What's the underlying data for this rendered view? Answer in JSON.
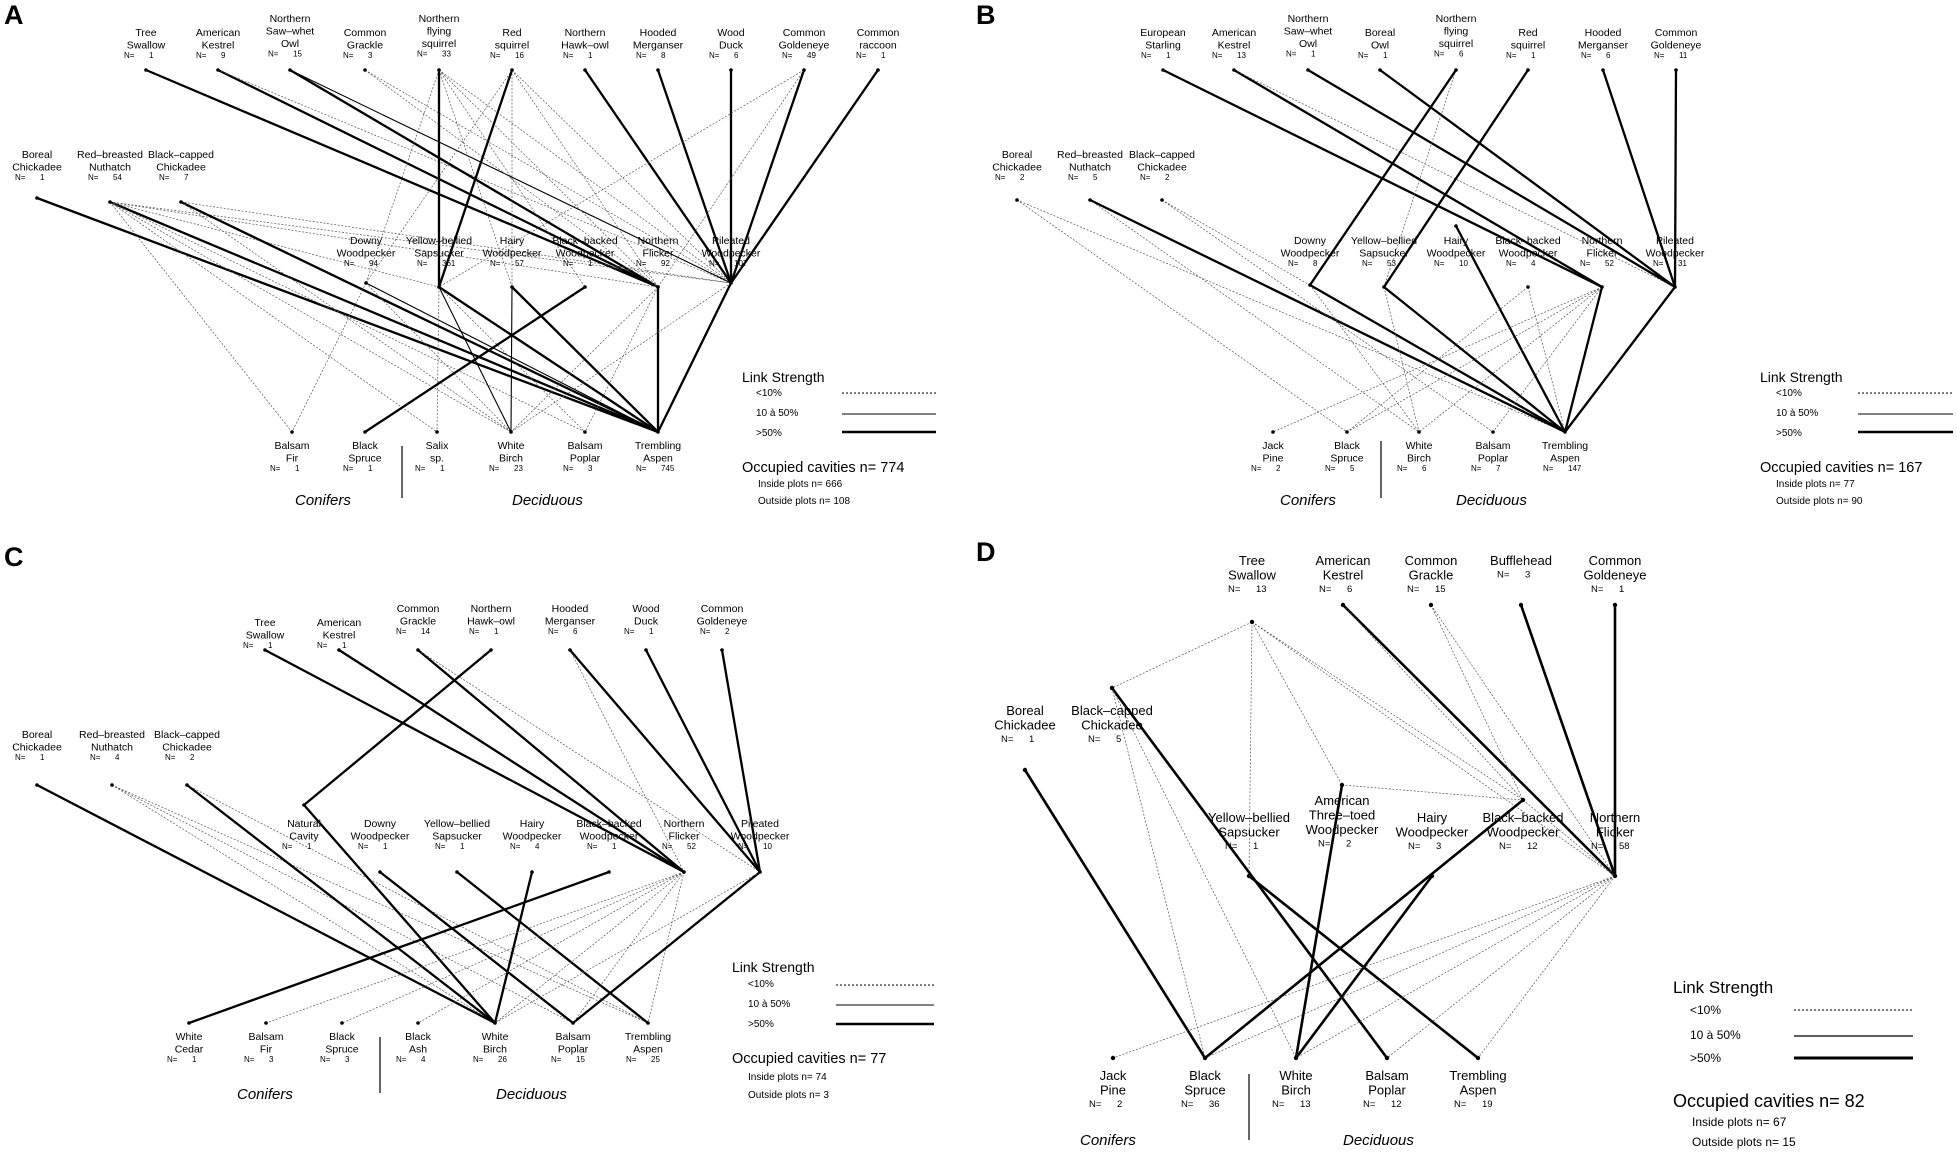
{
  "panels": [
    {
      "letter": "A",
      "nodes": {
        "a_ts": {
          "name": [
            "Tree",
            "Swallow"
          ],
          "n": "1"
        },
        "a_ak": {
          "name": [
            "American",
            "Kestrel"
          ],
          "n": "9"
        },
        "a_nsw": {
          "name": [
            "Northern",
            "Saw–whet",
            "Owl"
          ],
          "n": "15"
        },
        "a_cg": {
          "name": [
            "Common",
            "Grackle"
          ],
          "n": "3"
        },
        "a_nfs": {
          "name": [
            "Northern",
            "flying",
            "squirrel"
          ],
          "n": "33"
        },
        "a_rs": {
          "name": [
            "Red",
            "squirrel"
          ],
          "n": "16"
        },
        "a_nho": {
          "name": [
            "Northern",
            "Hawk–owl"
          ],
          "n": "1"
        },
        "a_hm": {
          "name": [
            "Hooded",
            "Merganser"
          ],
          "n": "8"
        },
        "a_wd": {
          "name": [
            "Wood",
            "Duck"
          ],
          "n": "6"
        },
        "a_cgo": {
          "name": [
            "Common",
            "Goldeneye"
          ],
          "n": "49"
        },
        "a_cr": {
          "name": [
            "Common",
            "raccoon"
          ],
          "n": "1"
        },
        "a_bc": {
          "name": [
            "Boreal",
            "Chickadee"
          ],
          "n": "1"
        },
        "a_rbn": {
          "name": [
            "Red–breasted",
            "Nuthatch"
          ],
          "n": "54"
        },
        "a_bcc": {
          "name": [
            "Black–capped",
            "Chickadee"
          ],
          "n": "7"
        },
        "a_dw": {
          "name": [
            "Downy",
            "Woodpecker"
          ],
          "n": "94"
        },
        "a_ybs": {
          "name": [
            "Yellow–bellied",
            "Sapsucker"
          ],
          "n": "361"
        },
        "a_hw": {
          "name": [
            "Hairy",
            "Woodpecker"
          ],
          "n": "57"
        },
        "a_bbw": {
          "name": [
            "Black–backed",
            "Woodpecker"
          ],
          "n": "1"
        },
        "a_nf": {
          "name": [
            "Northern",
            "Flicker"
          ],
          "n": "92"
        },
        "a_pw": {
          "name": [
            "Pileated",
            "Woodpecker"
          ],
          "n": "107"
        },
        "a_bf": {
          "name": [
            "Balsam",
            "Fir"
          ],
          "n": "1"
        },
        "a_bs": {
          "name": [
            "Black",
            "Spruce"
          ],
          "n": "1"
        },
        "a_sx": {
          "name": [
            "Salix",
            "sp."
          ],
          "n": "1"
        },
        "a_wb": {
          "name": [
            "White",
            "Birch"
          ],
          "n": "23"
        },
        "a_bp": {
          "name": [
            "Balsam",
            "Poplar"
          ],
          "n": "3"
        },
        "a_ta": {
          "name": [
            "Trembling",
            "Aspen"
          ],
          "n": "745"
        }
      },
      "conifers_label": "Conifers",
      "deciduous_label": "Deciduous",
      "occupied": "Occupied cavities n= 774",
      "inside": "Inside plots n= 666",
      "outside": "Outside plots n= 108"
    },
    {
      "letter": "B",
      "nodes": {
        "b_es": {
          "name": [
            "European",
            "Starling"
          ],
          "n": "1"
        },
        "b_ak": {
          "name": [
            "American",
            "Kestrel"
          ],
          "n": "13"
        },
        "b_nsw": {
          "name": [
            "Northern",
            "Saw–whet",
            "Owl"
          ],
          "n": "1"
        },
        "b_bo": {
          "name": [
            "Boreal",
            "Owl"
          ],
          "n": "1"
        },
        "b_nfs": {
          "name": [
            "Northern",
            "flying",
            "squirrel"
          ],
          "n": "6"
        },
        "b_rs": {
          "name": [
            "Red",
            "squirrel"
          ],
          "n": "1"
        },
        "b_hm": {
          "name": [
            "Hooded",
            "Merganser"
          ],
          "n": "6"
        },
        "b_cgo": {
          "name": [
            "Common",
            "Goldeneye"
          ],
          "n": "11"
        },
        "b_bc": {
          "name": [
            "Boreal",
            "Chickadee"
          ],
          "n": "2"
        },
        "b_rbn": {
          "name": [
            "Red–breasted",
            "Nuthatch"
          ],
          "n": "5"
        },
        "b_bcc": {
          "name": [
            "Black–capped",
            "Chickadee"
          ],
          "n": "2"
        },
        "b_dw": {
          "name": [
            "Downy",
            "Woodpecker"
          ],
          "n": "8"
        },
        "b_ybs": {
          "name": [
            "Yellow–bellied",
            "Sapsucker"
          ],
          "n": "53"
        },
        "b_hw": {
          "name": [
            "Hairy",
            "Woodpecker"
          ],
          "n": "10"
        },
        "b_bbw": {
          "name": [
            "Black–backed",
            "Woodpecker"
          ],
          "n": "4"
        },
        "b_nf": {
          "name": [
            "Northern",
            "Flicker"
          ],
          "n": "52"
        },
        "b_pw": {
          "name": [
            "Pileated",
            "Woodpecker"
          ],
          "n": "31"
        },
        "b_jp": {
          "name": [
            "Jack",
            "Pine"
          ],
          "n": "2"
        },
        "b_bs": {
          "name": [
            "Black",
            "Spruce"
          ],
          "n": "5"
        },
        "b_wb": {
          "name": [
            "White",
            "Birch"
          ],
          "n": "6"
        },
        "b_bp": {
          "name": [
            "Balsam",
            "Poplar"
          ],
          "n": "7"
        },
        "b_ta": {
          "name": [
            "Trembling",
            "Aspen"
          ],
          "n": "147"
        }
      },
      "conifers_label": "Conifers",
      "deciduous_label": "Deciduous",
      "occupied": "Occupied cavities n= 167",
      "inside": "Inside plots n= 77",
      "outside": "Outside plots n= 90"
    },
    {
      "letter": "C",
      "nodes": {
        "c_ts": {
          "name": [
            "Tree",
            "Swallow"
          ],
          "n": "1"
        },
        "c_ak": {
          "name": [
            "American",
            "Kestrel"
          ],
          "n": "1"
        },
        "c_cg": {
          "name": [
            "Common",
            "Grackle"
          ],
          "n": "14"
        },
        "c_nho": {
          "name": [
            "Northern",
            "Hawk–owl"
          ],
          "n": "1"
        },
        "c_hm": {
          "name": [
            "Hooded",
            "Merganser"
          ],
          "n": "6"
        },
        "c_wd": {
          "name": [
            "Wood",
            "Duck"
          ],
          "n": "1"
        },
        "c_cgo": {
          "name": [
            "Common",
            "Goldeneye"
          ],
          "n": "2"
        },
        "c_bc": {
          "name": [
            "Boreal",
            "Chickadee"
          ],
          "n": "1"
        },
        "c_rbn": {
          "name": [
            "Red–breasted",
            "Nuthatch"
          ],
          "n": "4"
        },
        "c_bcc": {
          "name": [
            "Black–capped",
            "Chickadee"
          ],
          "n": "2"
        },
        "c_nc": {
          "name": [
            "Natural",
            "Cavity"
          ],
          "n": "1"
        },
        "c_dw": {
          "name": [
            "Downy",
            "Woodpecker"
          ],
          "n": "1"
        },
        "c_ybs": {
          "name": [
            "Yellow–bellied",
            "Sapsucker"
          ],
          "n": "1"
        },
        "c_hw": {
          "name": [
            "Hairy",
            "Woodpecker"
          ],
          "n": "4"
        },
        "c_bbw": {
          "name": [
            "Black–backed",
            "Woodpecker"
          ],
          "n": "1"
        },
        "c_nf": {
          "name": [
            "Northern",
            "Flicker"
          ],
          "n": "52"
        },
        "c_pw": {
          "name": [
            "Pileated",
            "Woodpecker"
          ],
          "n": "10"
        },
        "c_wc": {
          "name": [
            "White",
            "Cedar"
          ],
          "n": "1"
        },
        "c_bf": {
          "name": [
            "Balsam",
            "Fir"
          ],
          "n": "3"
        },
        "c_bs": {
          "name": [
            "Black",
            "Spruce"
          ],
          "n": "3"
        },
        "c_ba": {
          "name": [
            "Black",
            "Ash"
          ],
          "n": "4"
        },
        "c_wb": {
          "name": [
            "White",
            "Birch"
          ],
          "n": "26"
        },
        "c_bp": {
          "name": [
            "Balsam",
            "Poplar"
          ],
          "n": "15"
        },
        "c_ta": {
          "name": [
            "Trembling",
            "Aspen"
          ],
          "n": "25"
        }
      },
      "conifers_label": "Conifers",
      "deciduous_label": "Deciduous",
      "occupied": "Occupied cavities n= 77",
      "inside": "Inside plots n= 74",
      "outside": "Outside plots n= 3"
    },
    {
      "letter": "D",
      "nodes": {
        "d_ts": {
          "name": [
            "Tree",
            "Swallow"
          ],
          "n": "13"
        },
        "d_ak": {
          "name": [
            "American",
            "Kestrel"
          ],
          "n": "6"
        },
        "d_cg": {
          "name": [
            "Common",
            "Grackle"
          ],
          "n": "15"
        },
        "d_bh": {
          "name": [
            "Bufflehead"
          ],
          "n": "3"
        },
        "d_cgo": {
          "name": [
            "Common",
            "Goldeneye"
          ],
          "n": "1"
        },
        "d_bc": {
          "name": [
            "Boreal",
            "Chickadee"
          ],
          "n": "1"
        },
        "d_bcc": {
          "name": [
            "Black–capped",
            "Chickadee"
          ],
          "n": "5"
        },
        "d_ybs": {
          "name": [
            "Yellow–bellied",
            "Sapsucker"
          ],
          "n": "1"
        },
        "d_att": {
          "name": [
            "American",
            "Three–toed",
            "Woodpecker"
          ],
          "n": "2"
        },
        "d_hw": {
          "name": [
            "Hairy",
            "Woodpecker"
          ],
          "n": "3"
        },
        "d_bbw": {
          "name": [
            "Black–backed",
            "Woodpecker"
          ],
          "n": "12"
        },
        "d_nf": {
          "name": [
            "Northern",
            "Flicker"
          ],
          "n": "58"
        },
        "d_jp": {
          "name": [
            "Jack",
            "Pine"
          ],
          "n": "2"
        },
        "d_bs": {
          "name": [
            "Black",
            "Spruce"
          ],
          "n": "36"
        },
        "d_wb": {
          "name": [
            "White",
            "Birch"
          ],
          "n": "13"
        },
        "d_bp": {
          "name": [
            "Balsam",
            "Poplar"
          ],
          "n": "12"
        },
        "d_ta": {
          "name": [
            "Trembling",
            "Aspen"
          ],
          "n": "19"
        }
      },
      "conifers_label": "Conifers",
      "deciduous_label": "Deciduous",
      "occupied": "Occupied cavities n= 82",
      "inside": "Inside plots n= 67",
      "outside": "Outside plots n= 15"
    }
  ],
  "legend": {
    "title": "Link Strength",
    "weak": "<10%",
    "medium": "10 à 50%",
    "strong": ">50%"
  },
  "n_prefix": "N=",
  "links": [
    [
      "a_ts",
      "a_nf",
      3
    ],
    [
      "a_ak",
      "a_nf",
      3
    ],
    [
      "a_ak",
      "a_pw",
      1
    ],
    [
      "a_nsw",
      "a_nf",
      3
    ],
    [
      "a_nsw",
      "a_pw",
      2
    ],
    [
      "a_cg",
      "a_pw",
      1
    ],
    [
      "a_cg",
      "a_nf",
      1
    ],
    [
      "a_nfs",
      "a_ybs",
      3
    ],
    [
      "a_nfs",
      "a_dw",
      1
    ],
    [
      "a_nfs",
      "a_hw",
      1
    ],
    [
      "a_nfs",
      "a_nf",
      1
    ],
    [
      "a_nfs",
      "a_pw",
      1
    ],
    [
      "a_nfs",
      "a_bbw",
      1
    ],
    [
      "a_rs",
      "a_ybs",
      3
    ],
    [
      "a_rs",
      "a_nf",
      1
    ],
    [
      "a_rs",
      "a_pw",
      1
    ],
    [
      "a_rs",
      "a_hw",
      1
    ],
    [
      "a_rs",
      "a_dw",
      1
    ],
    [
      "a_nho",
      "a_pw",
      3
    ],
    [
      "a_hm",
      "a_pw",
      3
    ],
    [
      "a_wd",
      "a_pw",
      3
    ],
    [
      "a_cgo",
      "a_pw",
      3
    ],
    [
      "a_cgo",
      "a_nf",
      1
    ],
    [
      "a_cgo",
      "a_ybs",
      1
    ],
    [
      "a_cr",
      "a_pw",
      3
    ],
    [
      "a_bc",
      "a_ta",
      3
    ],
    [
      "a_rbn",
      "a_ta",
      3
    ],
    [
      "a_rbn",
      "a_wb",
      1
    ],
    [
      "a_rbn",
      "a_bp",
      1
    ],
    [
      "a_rbn",
      "a_bf",
      1
    ],
    [
      "a_rbn",
      "a_sx",
      1
    ],
    [
      "a_rbn",
      "a_nf",
      1
    ],
    [
      "a_rbn",
      "a_ybs",
      1
    ],
    [
      "a_rbn",
      "a_pw",
      1
    ],
    [
      "a_bcc",
      "a_ta",
      3
    ],
    [
      "a_bcc",
      "a_wb",
      1
    ],
    [
      "a_bcc",
      "a_pw",
      1
    ],
    [
      "a_dw",
      "a_ta",
      2
    ],
    [
      "a_dw",
      "a_wb",
      1
    ],
    [
      "a_dw",
      "a_bf",
      1
    ],
    [
      "a_ybs",
      "a_ta",
      3
    ],
    [
      "a_ybs",
      "a_wb",
      2
    ],
    [
      "a_ybs",
      "a_bp",
      1
    ],
    [
      "a_ybs",
      "a_sx",
      1
    ],
    [
      "a_hw",
      "a_ta",
      3
    ],
    [
      "a_hw",
      "a_wb",
      2
    ],
    [
      "a_bbw",
      "a_bs",
      3
    ],
    [
      "a_nf",
      "a_ta",
      3
    ],
    [
      "a_nf",
      "a_wb",
      1
    ],
    [
      "a_nf",
      "a_bp",
      1
    ],
    [
      "a_pw",
      "a_ta",
      3
    ],
    [
      "a_pw",
      "a_wb",
      1
    ],
    [
      "b_es",
      "b_nf",
      3
    ],
    [
      "b_ak",
      "b_nf",
      3
    ],
    [
      "b_ak",
      "b_pw",
      1
    ],
    [
      "b_nsw",
      "b_pw",
      3
    ],
    [
      "b_bo",
      "b_pw",
      3
    ],
    [
      "b_nfs",
      "b_dw",
      3
    ],
    [
      "b_nfs",
      "b_ybs",
      1
    ],
    [
      "b_rs",
      "b_ybs",
      3
    ],
    [
      "b_hm",
      "b_pw",
      3
    ],
    [
      "b_cgo",
      "b_pw",
      3
    ],
    [
      "b_bc",
      "b_bs",
      1
    ],
    [
      "b_bc",
      "b_ta",
      1
    ],
    [
      "b_rbn",
      "b_ta",
      3
    ],
    [
      "b_rbn",
      "b_wb",
      1
    ],
    [
      "b_bcc",
      "b_ta",
      1
    ],
    [
      "b_bcc",
      "b_bp",
      1
    ],
    [
      "b_dw",
      "b_ta",
      3
    ],
    [
      "b_dw",
      "b_wb",
      1
    ],
    [
      "b_ybs",
      "b_ta",
      3
    ],
    [
      "b_ybs",
      "b_wb",
      1
    ],
    [
      "b_hw",
      "b_ta",
      3
    ],
    [
      "b_bbw",
      "b_bs",
      1
    ],
    [
      "b_bbw",
      "b_ta",
      1
    ],
    [
      "b_nf",
      "b_ta",
      3
    ],
    [
      "b_nf",
      "b_jp",
      1
    ],
    [
      "b_nf",
      "b_bs",
      1
    ],
    [
      "b_nf",
      "b_wb",
      1
    ],
    [
      "b_nf",
      "b_bp",
      1
    ],
    [
      "b_pw",
      "b_ta",
      3
    ],
    [
      "c_ts",
      "c_nf",
      3
    ],
    [
      "c_ak",
      "c_nf",
      3
    ],
    [
      "c_cg",
      "c_nf",
      3
    ],
    [
      "c_cg",
      "c_pw",
      1
    ],
    [
      "c_nho",
      "c_nc",
      3
    ],
    [
      "c_hm",
      "c_nf",
      1
    ],
    [
      "c_hm",
      "c_pw",
      3
    ],
    [
      "c_wd",
      "c_pw",
      3
    ],
    [
      "c_cgo",
      "c_pw",
      3
    ],
    [
      "c_bc",
      "c_wb",
      3
    ],
    [
      "c_rbn",
      "c_wb",
      1
    ],
    [
      "c_rbn",
      "c_ta",
      1
    ],
    [
      "c_rbn",
      "c_bp",
      1
    ],
    [
      "c_bcc",
      "c_wb",
      3
    ],
    [
      "c_bcc",
      "c_ta",
      1
    ],
    [
      "c_nc",
      "c_wb",
      3
    ],
    [
      "c_dw",
      "c_bp",
      3
    ],
    [
      "c_ybs",
      "c_ta",
      3
    ],
    [
      "c_hw",
      "c_wb",
      3
    ],
    [
      "c_bbw",
      "c_wc",
      3
    ],
    [
      "c_nf",
      "c_wb",
      1
    ],
    [
      "c_nf",
      "c_ta",
      1
    ],
    [
      "c_nf",
      "c_bp",
      1
    ],
    [
      "c_nf",
      "c_ba",
      1
    ],
    [
      "c_nf",
      "c_bs",
      1
    ],
    [
      "c_nf",
      "c_bf",
      1
    ],
    [
      "c_pw",
      "c_bp",
      3
    ],
    [
      "c_pw",
      "c_wb",
      1
    ],
    [
      "d_ts",
      "d_bcc",
      1
    ],
    [
      "d_ts",
      "d_ybs",
      1
    ],
    [
      "d_ts",
      "d_att",
      1
    ],
    [
      "d_ts",
      "d_nf",
      1
    ],
    [
      "d_ts",
      "d_bbw",
      1
    ],
    [
      "d_ak",
      "d_nf",
      3
    ],
    [
      "d_ak",
      "d_bbw",
      1
    ],
    [
      "d_cg",
      "d_nf",
      1
    ],
    [
      "d_cg",
      "d_bbw",
      1
    ],
    [
      "d_bh",
      "d_nf",
      3
    ],
    [
      "d_cgo",
      "d_nf",
      3
    ],
    [
      "d_bc",
      "d_bs",
      3
    ],
    [
      "d_bcc",
      "d_bs",
      1
    ],
    [
      "d_bcc",
      "d_bp",
      3
    ],
    [
      "d_bcc",
      "d_wb",
      1
    ],
    [
      "d_ybs",
      "d_ta",
      3
    ],
    [
      "d_att",
      "d_wb",
      3
    ],
    [
      "d_att",
      "d_bbw",
      1
    ],
    [
      "d_hw",
      "d_wb",
      3
    ],
    [
      "d_bbw",
      "d_bs",
      3
    ],
    [
      "d_bbw",
      "d_nf",
      1
    ],
    [
      "d_nf",
      "d_bs",
      1
    ],
    [
      "d_nf",
      "d_jp",
      1
    ],
    [
      "d_nf",
      "d_bp",
      1
    ],
    [
      "d_nf",
      "d_ta",
      1
    ],
    [
      "d_nf",
      "d_wb",
      1
    ]
  ]
}
